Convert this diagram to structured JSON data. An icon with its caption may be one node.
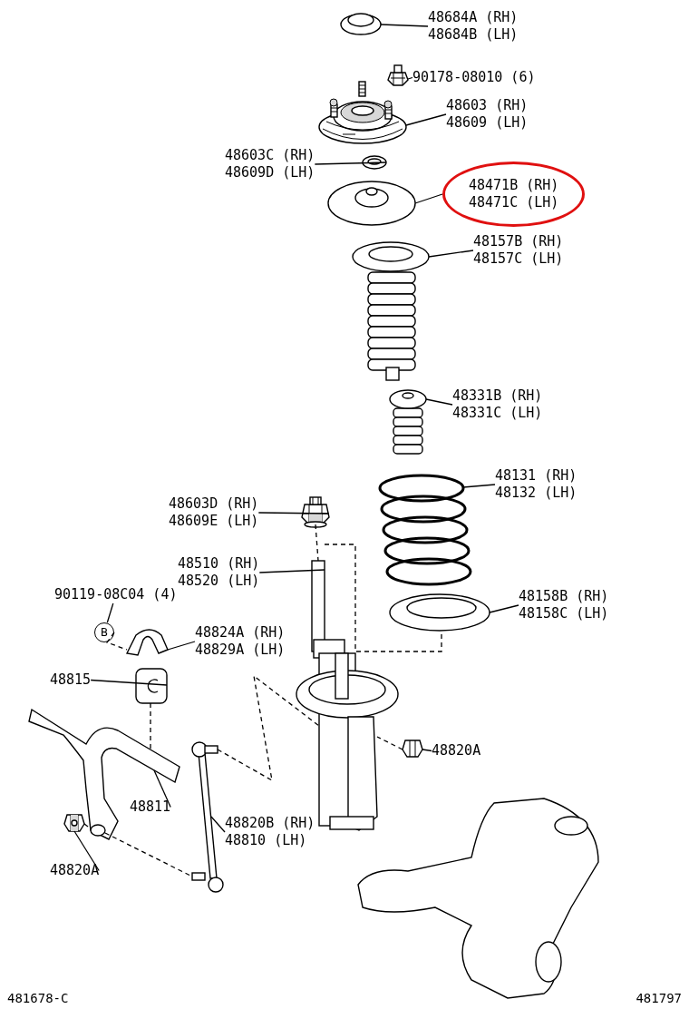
{
  "diagram": {
    "nodes": [
      {
        "text": [
          "48684A (RH)",
          "48684B (LH)"
        ]
      },
      {
        "text": [],
        "shape": "picture"
      },
      {
        "text": [
          "90178-08010 (6)"
        ]
      },
      {
        "text": [],
        "shape": "picture"
      },
      {
        "text": [
          "48603 (RH)",
          "48609 (LH)"
        ]
      },
      {
        "text": [],
        "shape": "picture"
      },
      {
        "text": [
          "48603C (RH)",
          "48609D (LH)"
        ]
      },
      {
        "text": [],
        "shape": "picture"
      },
      {
        "text": [
          "48471B (RH)",
          "48471C (LH)"
        ]
      },
      {
        "text": [],
        "shape": "picture"
      },
      {
        "text": [
          "48157B (RH)",
          "48157C (LH)"
        ]
      },
      {
        "text": [],
        "shape": "picture"
      },
      {
        "text": [
          "48331B (RH)",
          "48331C (LH)"
        ]
      },
      {
        "text": [],
        "shape": "picture"
      },
      {
        "text": [
          "48131 (RH)",
          "48132 (LH)"
        ]
      },
      {
        "text": [],
        "shape": "picture"
      },
      {
        "text": [
          "48158B (RH)",
          "48158C (LH)"
        ]
      },
      {
        "text": [],
        "shape": "picture"
      },
      {
        "text": [
          "48603D (RH)",
          "48609E (LH)"
        ]
      },
      {
        "text": [],
        "shape": "picture"
      },
      {
        "text": [
          "48510 (RH)",
          "48520 (LH)"
        ]
      },
      {
        "text": [],
        "shape": "picture"
      },
      {
        "text": [
          "90119-08C04 (4)"
        ]
      },
      {
        "text": [
          "B"
        ]
      },
      {
        "text": [],
        "shape": "picture"
      },
      {
        "text": [
          "48824A (RH)",
          "48829A (LH)"
        ]
      },
      {
        "text": [
          "48815"
        ]
      },
      {
        "text": [],
        "shape": "picture"
      },
      {
        "text": [],
        "shape": "picture"
      },
      {
        "text": [
          "48811"
        ]
      },
      {
        "text": [
          "48820B (RH)",
          "48810 (LH)"
        ]
      },
      {
        "text": [],
        "shape": "picture"
      },
      {
        "text": [],
        "shape": "picture"
      },
      {
        "text": [
          "48820A"
        ]
      },
      {
        "text": [],
        "shape": "picture"
      },
      {
        "text": [
          "48820A"
        ]
      }
    ],
    "edges": [
      {
        "from": 0,
        "to": 1,
        "arrow": "none"
      },
      {
        "from": 2,
        "to": 3,
        "arrow": "none"
      },
      {
        "from": 4,
        "to": 5,
        "arrow": "none"
      },
      {
        "from": 6,
        "to": 7,
        "arrow": "none"
      },
      {
        "from": 8,
        "to": 9,
        "arrow": "none"
      },
      {
        "from": 10,
        "to": 11,
        "arrow": "none"
      },
      {
        "from": 12,
        "to": 13,
        "arrow": "none"
      },
      {
        "from": 14,
        "to": 15,
        "arrow": "none"
      },
      {
        "from": 16,
        "to": 17,
        "arrow": "none"
      },
      {
        "from": 18,
        "to": 19,
        "arrow": "none"
      },
      {
        "from": 20,
        "to": 21,
        "arrow": "none"
      },
      {
        "from": 22,
        "to": 23,
        "arrow": "none"
      },
      {
        "from": 25,
        "to": 24,
        "arrow": "none"
      },
      {
        "from": 26,
        "to": 27,
        "arrow": "none"
      },
      {
        "from": 29,
        "to": 28,
        "arrow": "none"
      },
      {
        "from": 30,
        "to": 31,
        "arrow": "none"
      },
      {
        "from": 33,
        "to": 32,
        "arrow": "none"
      },
      {
        "from": 35,
        "to": 34,
        "arrow": "none"
      },
      {
        "from": 23,
        "to": 24,
        "arrow": "none",
        "style": "dashed"
      },
      {
        "from": 27,
        "to": 28,
        "arrow": "none",
        "style": "dashed"
      },
      {
        "from": 32,
        "to": 28,
        "arrow": "none",
        "style": "dashed"
      },
      {
        "from": 28,
        "to": 31,
        "arrow": "none",
        "style": "dashed"
      },
      {
        "from": 31,
        "to": 21,
        "arrow": "none",
        "style": "dashed"
      },
      {
        "from": 19,
        "to": 21,
        "arrow": "none",
        "style": "dashed"
      },
      {
        "from": 21,
        "to": 17,
        "arrow": "none",
        "style": "dashed"
      },
      {
        "from": 34,
        "to": 21,
        "arrow": "none",
        "style": "dashed"
      }
    ],
    "labels": [
      "481678-C",
      "481797"
    ]
  }
}
